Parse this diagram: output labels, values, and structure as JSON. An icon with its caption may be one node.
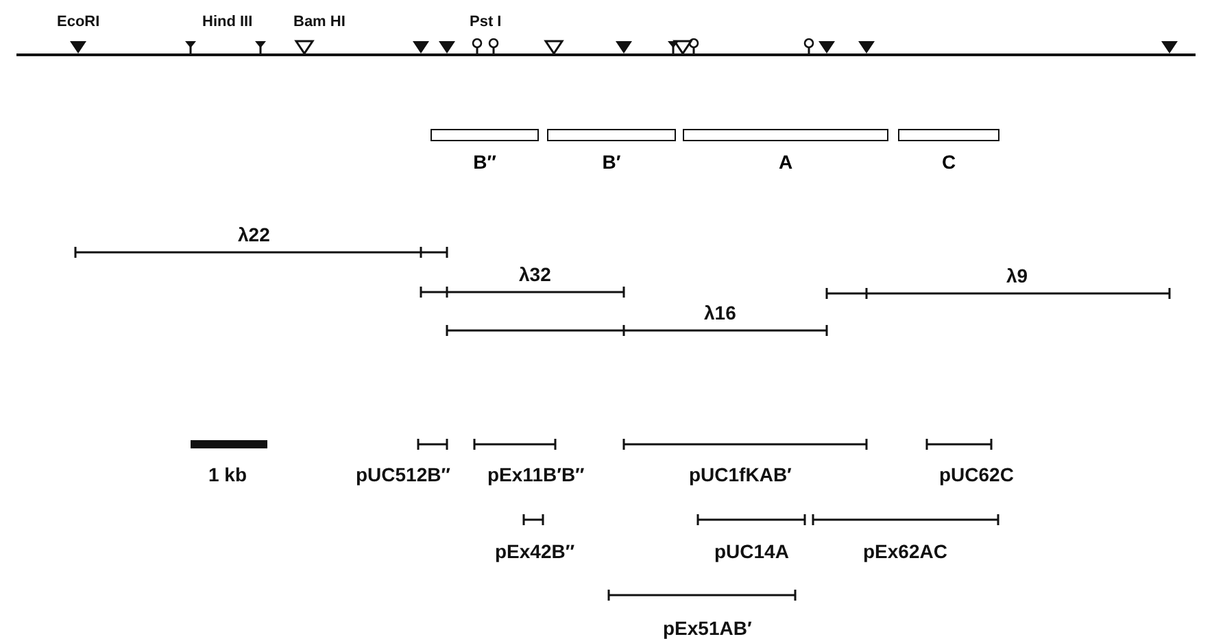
{
  "diagram": {
    "nodes": [
      {
        "text": [
          "B″"
        ]
      },
      {
        "text": [
          "B′"
        ]
      },
      {
        "text": [
          "A"
        ]
      },
      {
        "text": [
          "C"
        ]
      }
    ],
    "labels": [
      "EcoRI",
      "Hind III",
      "Bam HI",
      "Pst I",
      "λ22",
      "λ32",
      "λ9",
      "λ16",
      "1 kb",
      "pUC512B″",
      "pEx11B′B″",
      "pUC1fKAB′",
      "pUC62C",
      "pEx42B″",
      "pUC14A",
      "pEx62AC",
      "pEx51AB′"
    ]
  }
}
